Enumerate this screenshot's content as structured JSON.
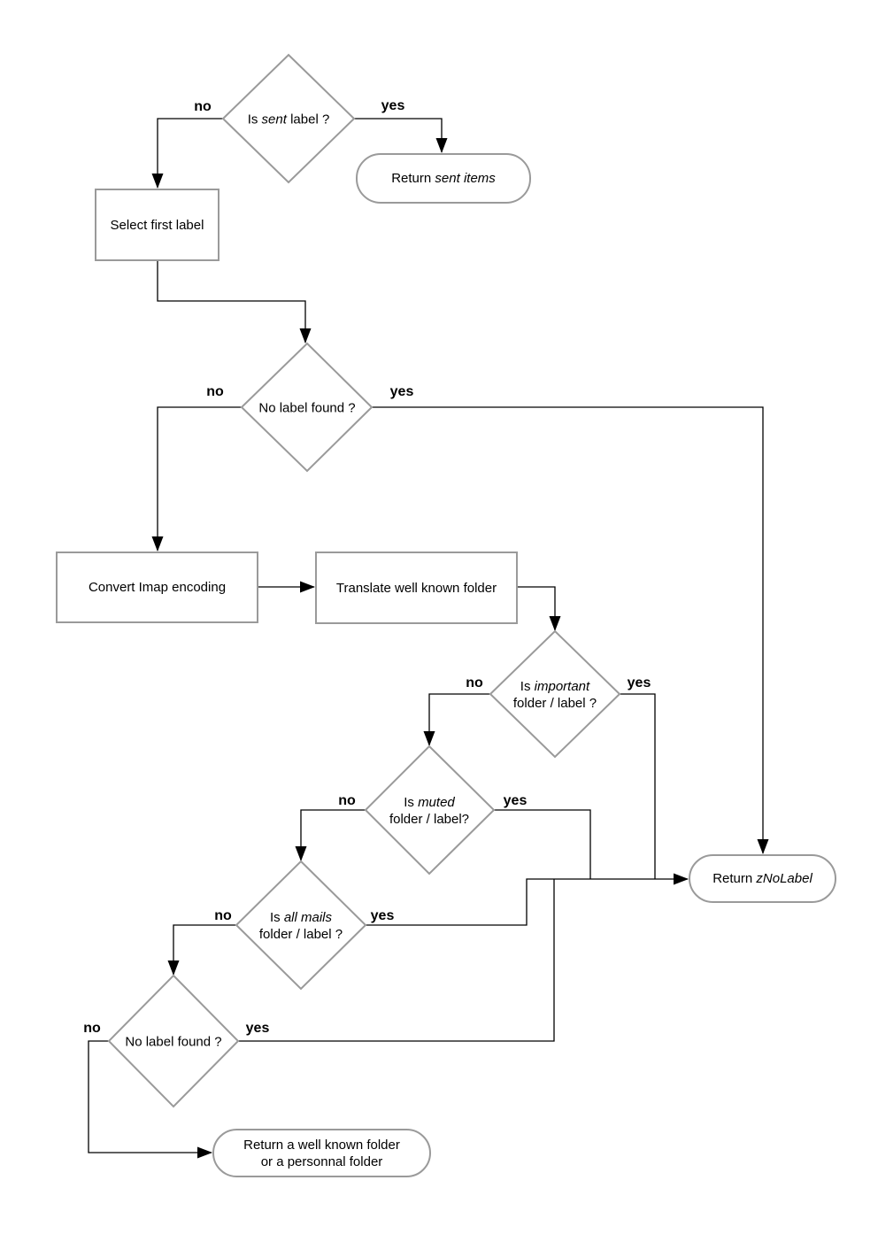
{
  "diagram": {
    "type": "flowchart",
    "colors": {
      "background": "#ffffff",
      "node_border": "#9a9a9a",
      "connector": "#000000",
      "text": "#000000"
    },
    "nodes": {
      "sent_check": {
        "shape": "decision",
        "pre": "Is ",
        "em": "sent",
        "post": " label ?"
      },
      "return_sent": {
        "shape": "terminator",
        "pre": "Return ",
        "em": "sent items"
      },
      "select_first": {
        "shape": "process",
        "text": "Select first label"
      },
      "nolabel1": {
        "shape": "decision",
        "text": "No label found ?"
      },
      "convert": {
        "shape": "process",
        "text": "Convert Imap encoding"
      },
      "translate": {
        "shape": "process",
        "text": "Translate well known folder"
      },
      "important": {
        "shape": "decision",
        "pre": "Is ",
        "em": "important",
        "line2": "folder / label ?"
      },
      "muted": {
        "shape": "decision",
        "pre": "Is ",
        "em": "muted",
        "line2": "folder / label?"
      },
      "allmails": {
        "shape": "decision",
        "pre": "Is ",
        "em": "all mails",
        "line2": "folder / label ?"
      },
      "nolabel2": {
        "shape": "decision",
        "text": "No label found ?"
      },
      "return_znolabel": {
        "shape": "terminator",
        "pre": "Return ",
        "em": "zNoLabel"
      },
      "return_wellknown": {
        "shape": "terminator",
        "line1": "Return a well known folder",
        "line2": "or a personnal folder"
      }
    },
    "edge_labels": {
      "sent_no": "no",
      "sent_yes": "yes",
      "nolabel1_no": "no",
      "nolabel1_yes": "yes",
      "important_no": "no",
      "important_yes": "yes",
      "muted_no": "no",
      "muted_yes": "yes",
      "allmails_no": "no",
      "allmails_yes": "yes",
      "nolabel2_no": "no",
      "nolabel2_yes": "yes"
    }
  }
}
